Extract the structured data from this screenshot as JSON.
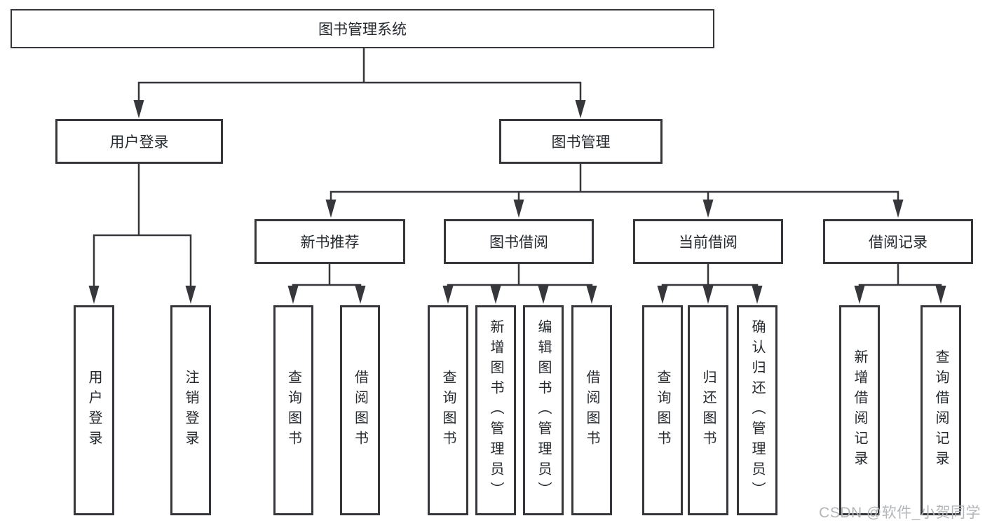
{
  "diagram": {
    "root": {
      "label": "图书管理系统"
    },
    "user_login": {
      "label": "用户登录",
      "children": [
        {
          "label": "用户登录"
        },
        {
          "label": "注销登录"
        }
      ]
    },
    "book_mgmt": {
      "label": "图书管理",
      "sections": [
        {
          "label": "新书推荐",
          "children": [
            {
              "label": "查询图书"
            },
            {
              "label": "借阅图书"
            }
          ]
        },
        {
          "label": "图书借阅",
          "children": [
            {
              "label": "查询图书"
            },
            {
              "label": "新增图书（管理员）"
            },
            {
              "label": "编辑图书（管理员）"
            },
            {
              "label": "借阅图书"
            }
          ]
        },
        {
          "label": "当前借阅",
          "children": [
            {
              "label": "查询图书"
            },
            {
              "label": "归还图书"
            },
            {
              "label": "确认归还（管理员）"
            }
          ]
        },
        {
          "label": "借阅记录",
          "children": [
            {
              "label": "新增借阅记录"
            },
            {
              "label": "查询借阅记录"
            }
          ]
        }
      ]
    },
    "watermark": "CSDN @软件_小贺同学",
    "colors": {
      "line": "#35373b",
      "box_border": "#35373b",
      "box_background": "#ffffff",
      "text": "#24292e",
      "watermark": "#b3b6b9",
      "canvas": "#ffffff"
    }
  }
}
